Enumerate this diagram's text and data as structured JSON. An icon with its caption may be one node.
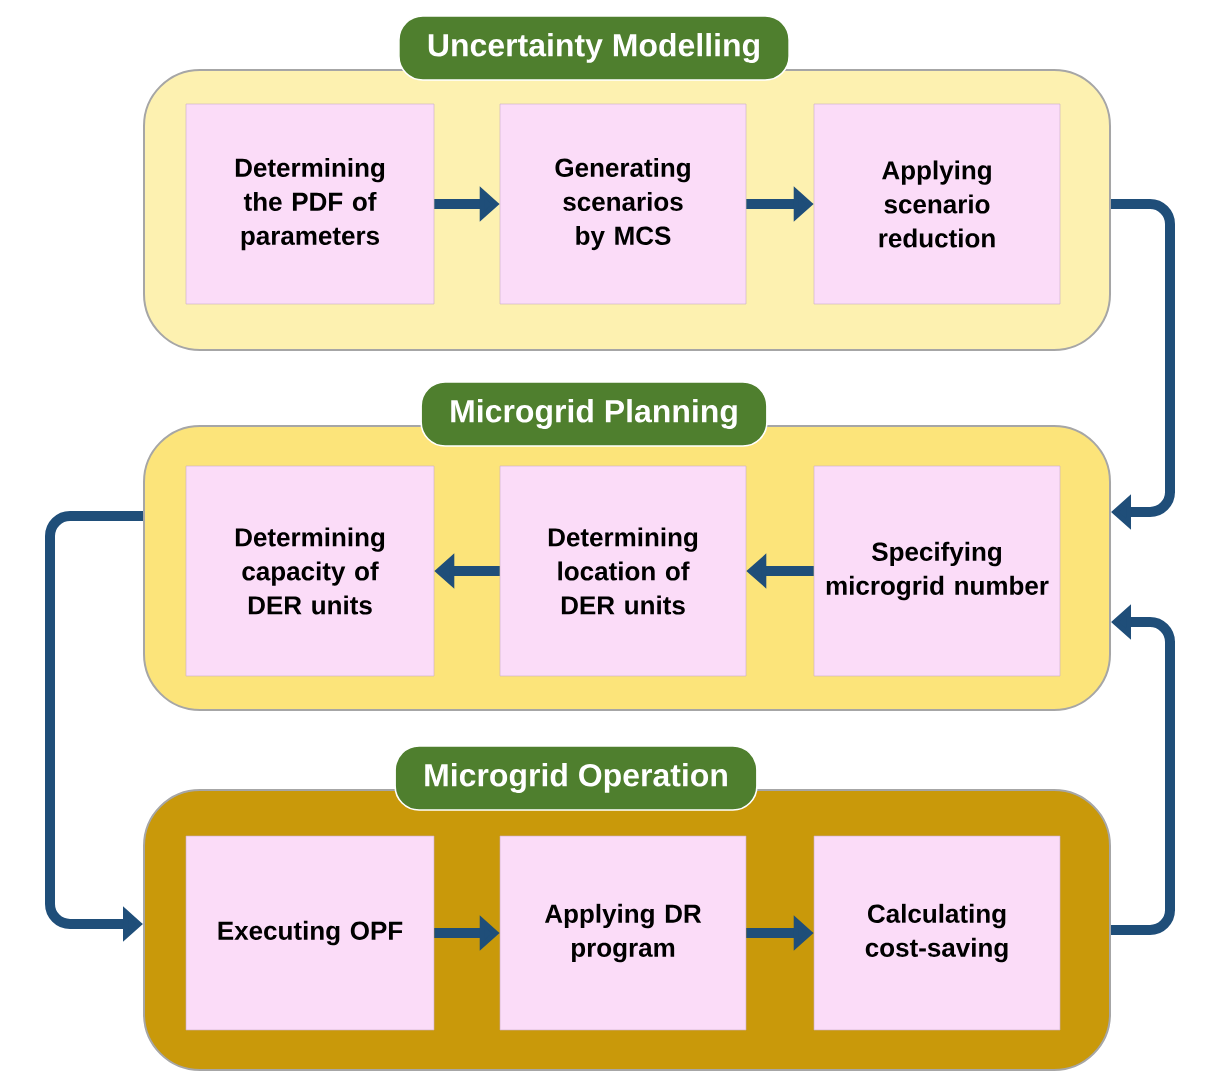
{
  "diagram": {
    "nodes": [
      {
        "text": [
          "Uncertainty Modelling"
        ]
      },
      {
        "text": [
          "Determining the PDF of parameters"
        ],
        "in": 0
      },
      {
        "text": [
          "Generating scenarios by MCS"
        ],
        "in": 0
      },
      {
        "text": [
          "Applying scenario reduction"
        ],
        "in": 0
      },
      {
        "text": [
          "Microgrid Planning"
        ]
      },
      {
        "text": [
          "Determining capacity of DER units"
        ],
        "in": 4
      },
      {
        "text": [
          "Determining location of DER units"
        ],
        "in": 4
      },
      {
        "text": [
          "Specifying microgrid number"
        ],
        "in": 4
      },
      {
        "text": [
          "Microgrid Operation"
        ]
      },
      {
        "text": [
          "Executing OPF"
        ],
        "in": 8
      },
      {
        "text": [
          "Applying DR program"
        ],
        "in": 8
      },
      {
        "text": [
          "Calculating cost-saving"
        ],
        "in": 8
      }
    ],
    "edges": [
      {
        "from": 1,
        "to": 2,
        "arrow": "to"
      },
      {
        "from": 2,
        "to": 3,
        "arrow": "to"
      },
      {
        "from": 0,
        "to": 4,
        "arrow": "to"
      },
      {
        "from": 7,
        "to": 6,
        "arrow": "to"
      },
      {
        "from": 6,
        "to": 5,
        "arrow": "to"
      },
      {
        "from": 4,
        "to": 8,
        "arrow": "to"
      },
      {
        "from": 9,
        "to": 10,
        "arrow": "to"
      },
      {
        "from": 10,
        "to": 11,
        "arrow": "to"
      },
      {
        "from": 8,
        "to": 4,
        "arrow": "to"
      }
    ]
  }
}
